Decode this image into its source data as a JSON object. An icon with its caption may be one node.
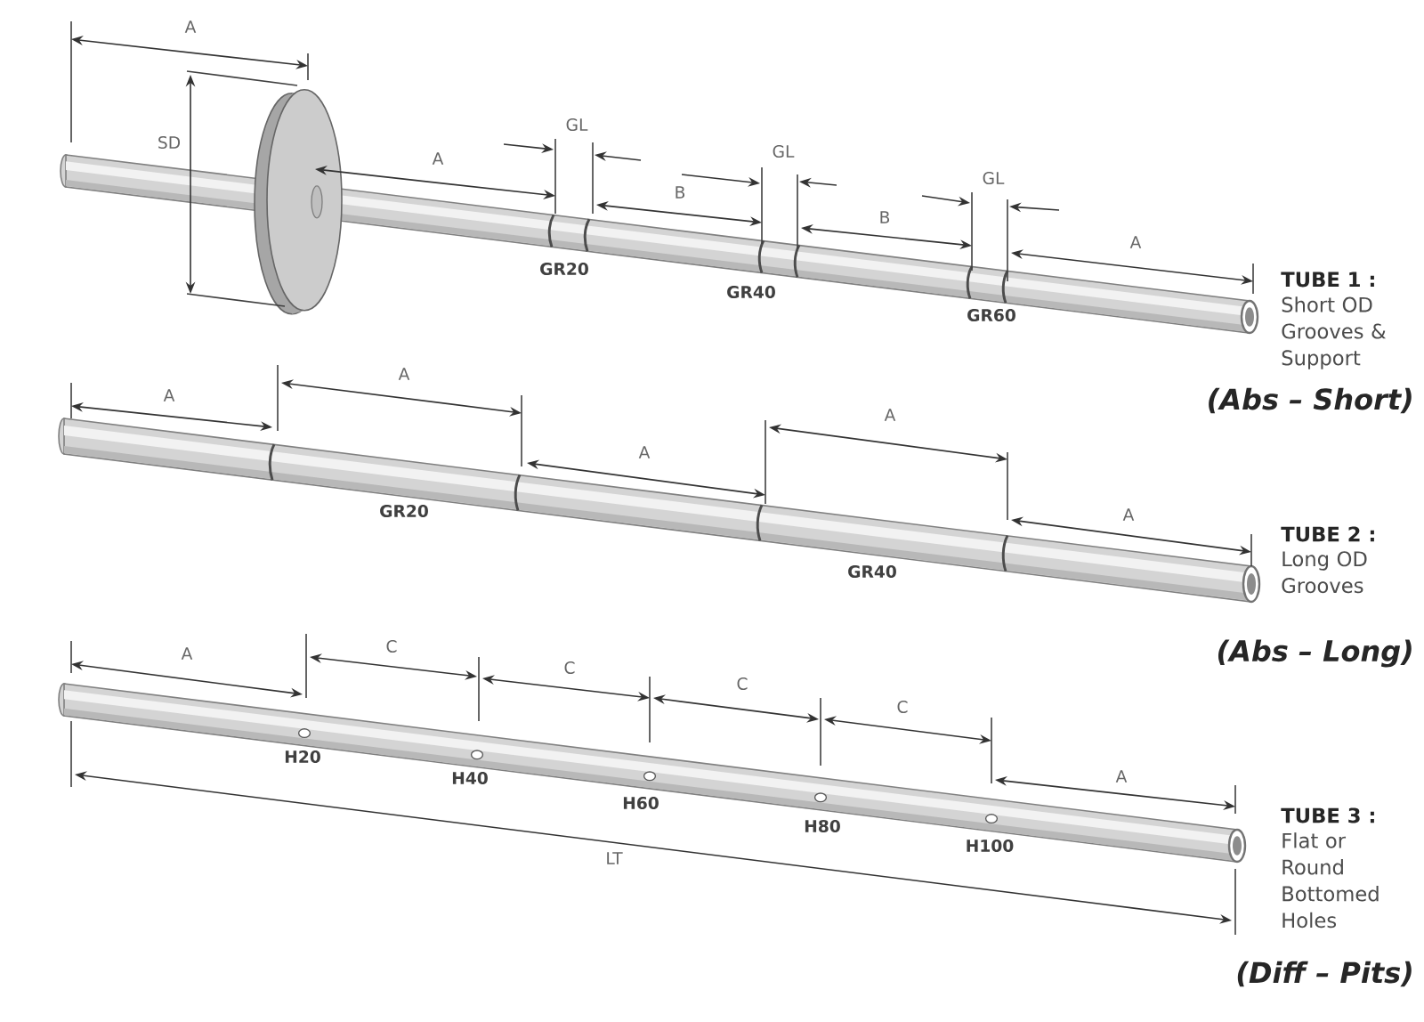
{
  "diagram": {
    "labels": [
      "A",
      "SD",
      "A",
      "GL",
      "B",
      "GL",
      "B",
      "GL",
      "A",
      "GR20",
      "GR40",
      "GR60",
      "TUBE 1 :",
      "Short OD Grooves & Support",
      "(Abs – Short)",
      "A",
      "A",
      "A",
      "A",
      "A",
      "GR20",
      "GR40",
      "TUBE 2 :",
      "Long OD Grooves",
      "(Abs – Long)",
      "A",
      "C",
      "C",
      "C",
      "C",
      "A",
      "H20",
      "H40",
      "H60",
      "H80",
      "H100",
      "LT",
      "TUBE 3 :",
      "Flat or Round Bottomed Holes",
      "(Diff – Pits)"
    ]
  }
}
